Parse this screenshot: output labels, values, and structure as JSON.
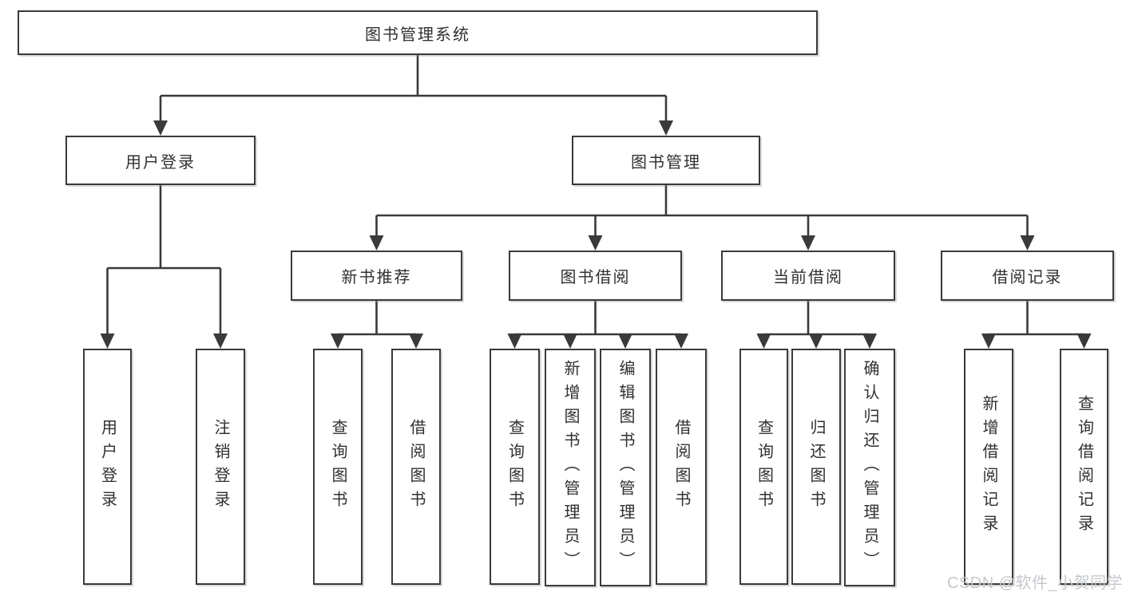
{
  "diagram": {
    "root": {
      "label": "图书管理系统"
    },
    "branches": [
      {
        "label": "用户登录",
        "children": [
          {
            "label": "用户登录"
          },
          {
            "label": "注销登录"
          }
        ]
      },
      {
        "label": "图书管理",
        "children": [
          {
            "label": "新书推荐",
            "children": [
              {
                "label": "查询图书"
              },
              {
                "label": "借阅图书"
              }
            ]
          },
          {
            "label": "图书借阅",
            "children": [
              {
                "label": "查询图书"
              },
              {
                "label": "新增图书（管理员）"
              },
              {
                "label": "编辑图书（管理员）"
              },
              {
                "label": "借阅图书"
              }
            ]
          },
          {
            "label": "当前借阅",
            "children": [
              {
                "label": "查询图书"
              },
              {
                "label": "归还图书"
              },
              {
                "label": "确认归还（管理员）"
              }
            ]
          },
          {
            "label": "借阅记录",
            "children": [
              {
                "label": "新增借阅记录"
              },
              {
                "label": "查询借阅记录"
              }
            ]
          }
        ]
      }
    ],
    "watermark": "CSDN @软件_小贺同学",
    "colors": {
      "line": "#3a3a3a",
      "text": "#303030",
      "background": "#ffffff",
      "watermark": "#c6c9cd"
    }
  }
}
